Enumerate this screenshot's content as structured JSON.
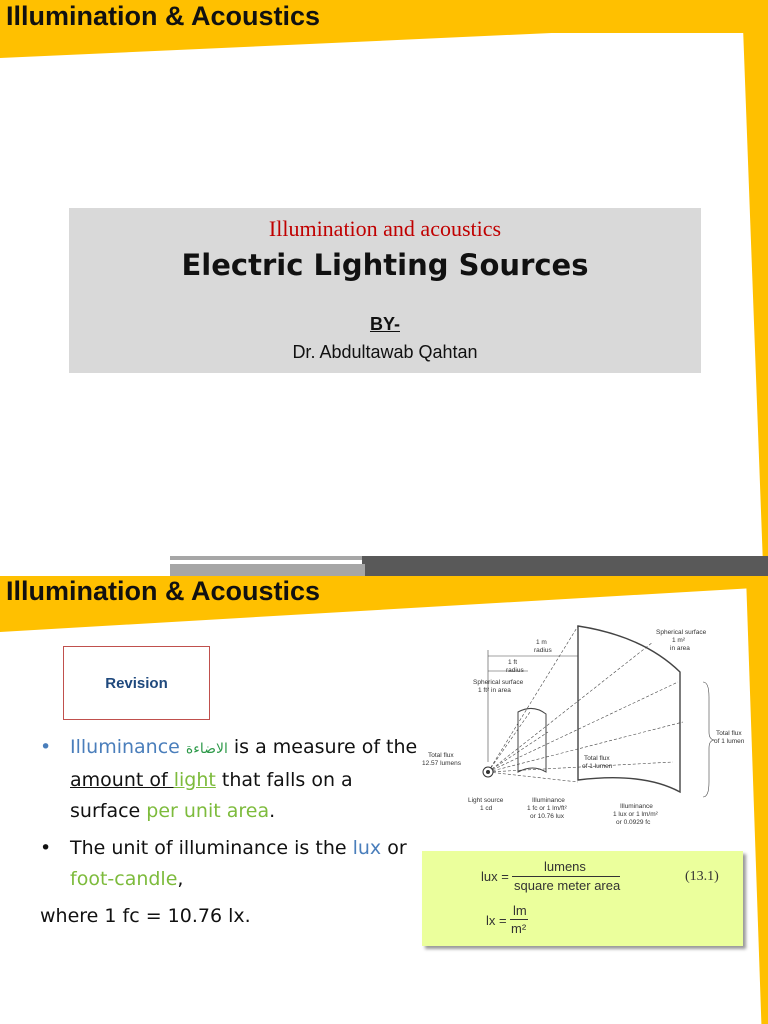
{
  "slide1": {
    "header": "Illumination & Acoustics",
    "subtitle": "Illumination and acoustics",
    "title": "Electric Lighting Sources",
    "by": "BY-",
    "author": "Dr. Abdultawab Qahtan"
  },
  "slide2": {
    "header": "Illumination & Acoustics",
    "revision": "Revision",
    "bullet1": {
      "term": "Illuminance",
      "arabic": "الاضاءة",
      "t1": " is a measure of the ",
      "amount": "amount of ",
      "light": "light",
      "t2": " that falls on a surface ",
      "per_unit": "per unit area",
      "t3": "."
    },
    "bullet2": {
      "t1": " The unit of illuminance is the ",
      "lux": "lux",
      "or": " or ",
      "fc": "foot-candle",
      "comma": ","
    },
    "where": "where 1 fc = 10.76 lx.",
    "formula": {
      "lhs1": "lux =",
      "num1": "lumens",
      "den1": "square meter area",
      "eq_no": "(13.1)",
      "lhs2": "lx =",
      "num2": "lm",
      "den2": "m²"
    },
    "diagram": {
      "l_1m": "1 m",
      "l_radius": "radius",
      "l_1ft": "1 ft",
      "l_radius2": "radius",
      "l_sph_small1": "Spherical surface",
      "l_sph_small2": "1 ft² in area",
      "l_sph_big1": "Spherical surface",
      "l_sph_big2": "1 m²",
      "l_sph_big3": "in area",
      "l_total_left1": "Total flux",
      "l_total_left2": "12.57 lumens",
      "l_total_mid1": "Total flux",
      "l_total_mid2": "of 1 lumen",
      "l_total_right1": "Total flux",
      "l_total_right2": "of 1 lumen",
      "l_source1": "Light source",
      "l_source2": "1 cd",
      "l_illum_a1": "Illuminance",
      "l_illum_a2": "1 fc or 1 lm/ft²",
      "l_illum_a3": "or 10.76 lux",
      "l_illum_b1": "Illuminance",
      "l_illum_b2": "1 lux or 1 lm/m²",
      "l_illum_b3": "or 0.0929 fc"
    }
  }
}
